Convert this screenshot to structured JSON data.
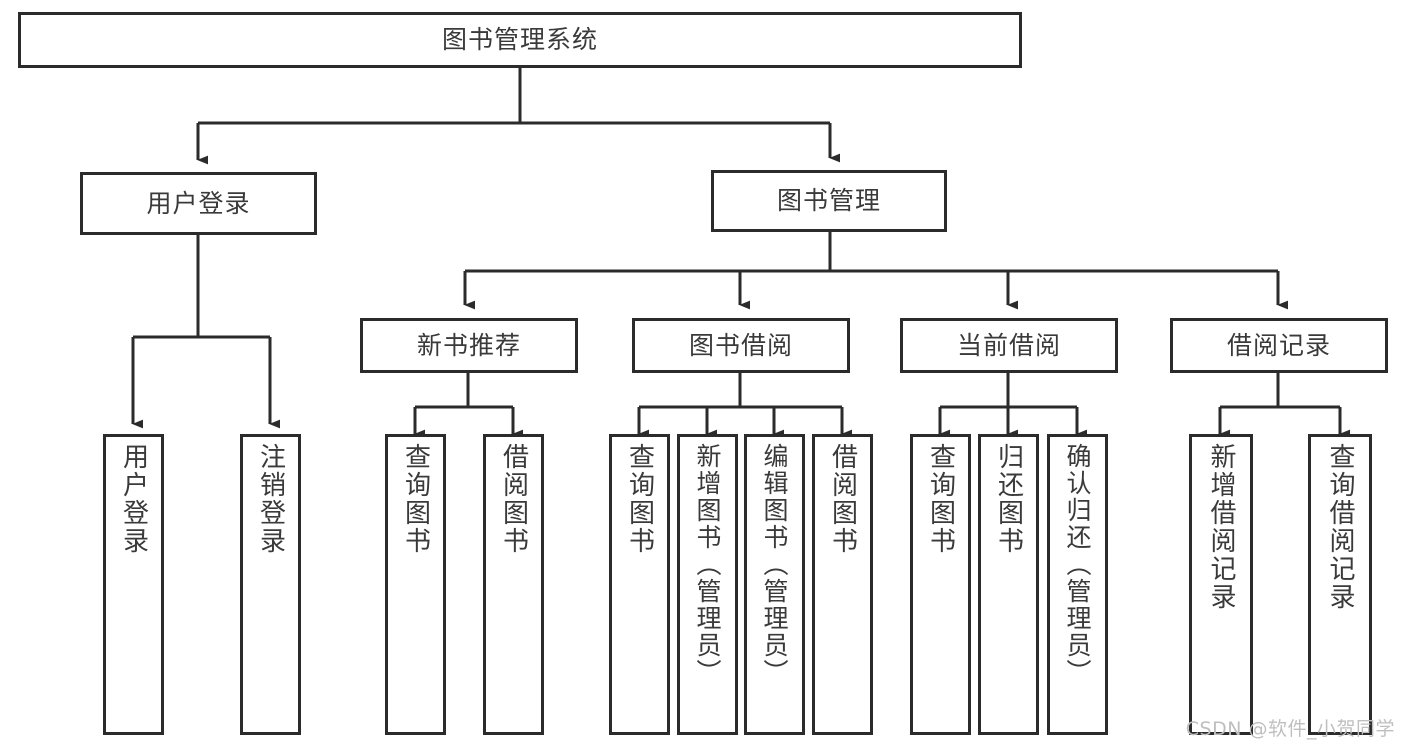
{
  "diagram": {
    "title": "图书管理系统",
    "type": "功能结构图",
    "colors": {
      "border": "#2b2b2b",
      "text": "#3a3a3a",
      "background": "#ffffff",
      "connector": "#2b2b2b",
      "watermark": "#bfbfbf"
    },
    "root": {
      "label": "图书管理系统",
      "orientation": "horizontal"
    },
    "level2": [
      {
        "label": "用户登录",
        "orientation": "horizontal"
      },
      {
        "label": "图书管理",
        "orientation": "horizontal"
      }
    ],
    "level3": [
      {
        "label": "新书推荐",
        "orientation": "horizontal"
      },
      {
        "label": "图书借阅",
        "orientation": "horizontal"
      },
      {
        "label": "当前借阅",
        "orientation": "horizontal"
      },
      {
        "label": "借阅记录",
        "orientation": "horizontal"
      }
    ],
    "leaves": {
      "user_login": [
        {
          "label": "用户登录",
          "orientation": "vertical"
        },
        {
          "label": "注销登录",
          "orientation": "vertical"
        }
      ],
      "new_book_recommend": [
        {
          "label": "查询图书",
          "orientation": "vertical"
        },
        {
          "label": "借阅图书",
          "orientation": "vertical"
        }
      ],
      "book_borrow": [
        {
          "label": "查询图书",
          "orientation": "vertical"
        },
        {
          "label": "新增图书（管理员）",
          "orientation": "vertical"
        },
        {
          "label": "编辑图书（管理员）",
          "orientation": "vertical"
        },
        {
          "label": "借阅图书",
          "orientation": "vertical"
        }
      ],
      "current_borrow": [
        {
          "label": "查询图书",
          "orientation": "vertical"
        },
        {
          "label": "归还图书",
          "orientation": "vertical"
        },
        {
          "label": "确认归还（管理员）",
          "orientation": "vertical"
        }
      ],
      "borrow_record": [
        {
          "label": "新增借阅记录",
          "orientation": "vertical"
        },
        {
          "label": "查询借阅记录",
          "orientation": "vertical"
        }
      ]
    },
    "watermark": "CSDN @软件_小贺同学"
  }
}
